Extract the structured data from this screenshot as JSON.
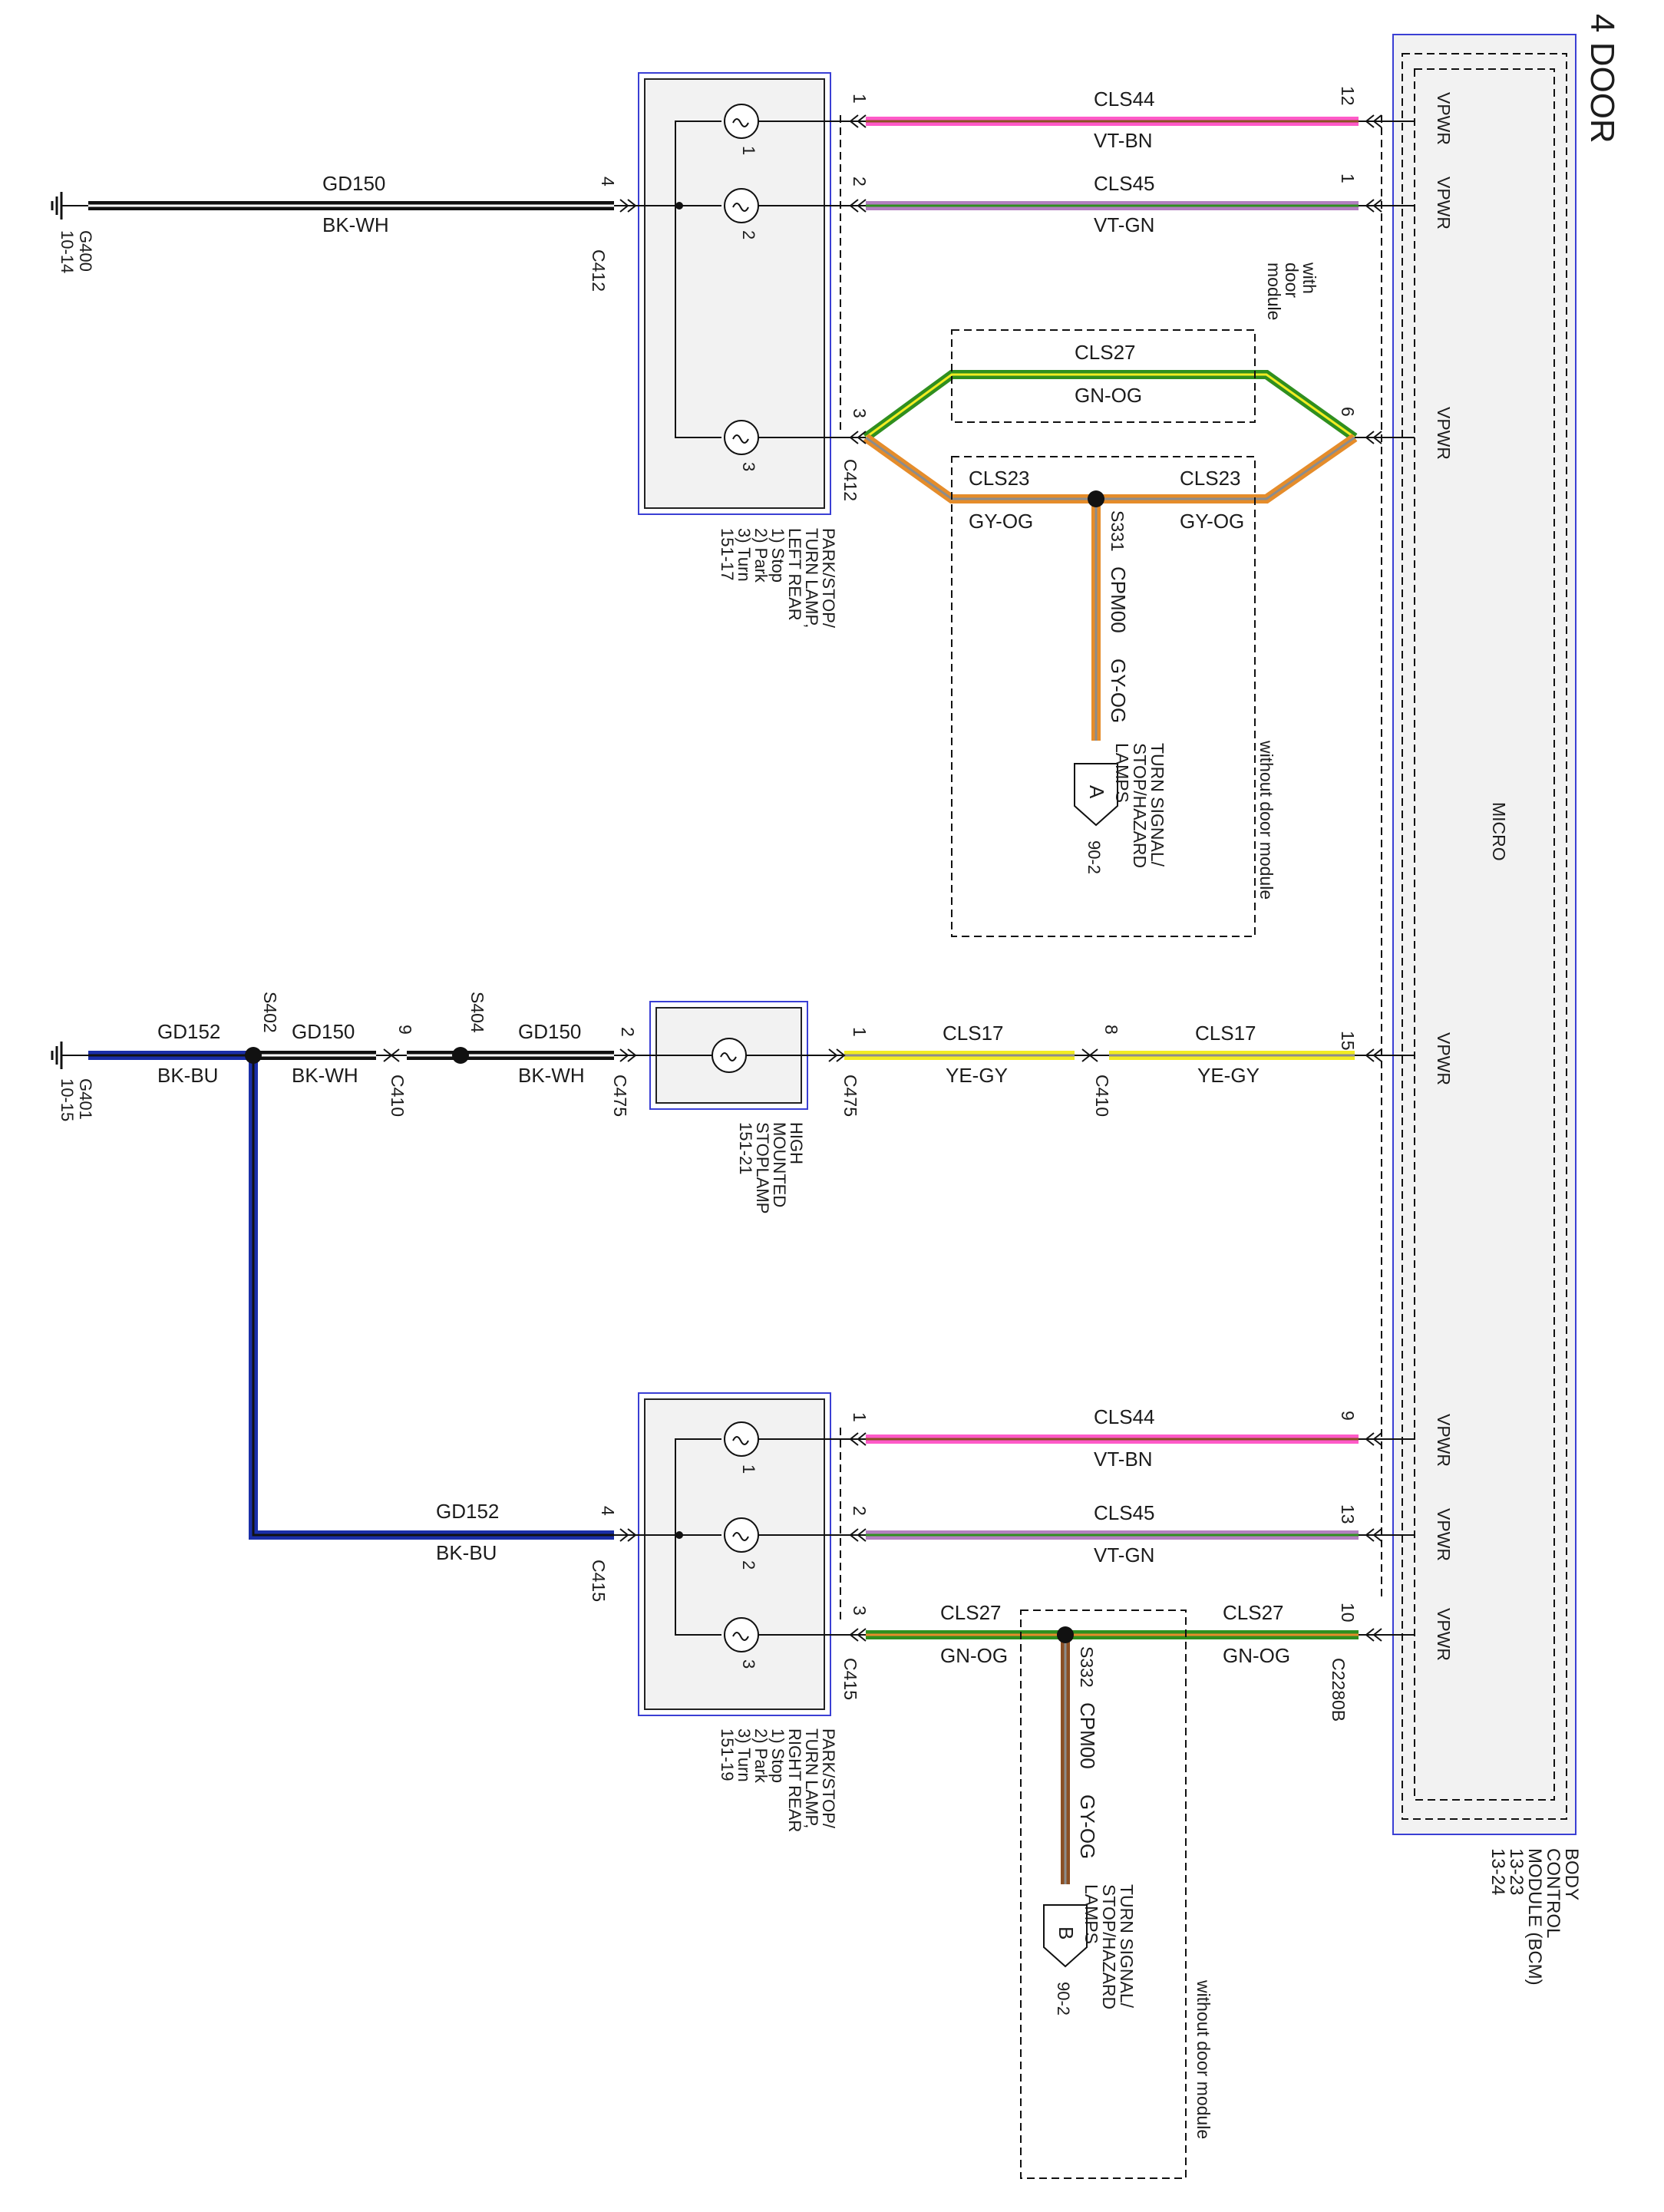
{
  "title": "4 DOOR",
  "bcm": {
    "name_lines": [
      "BODY",
      "CONTROL",
      "MODULE (BCM)",
      "13-23",
      "13-24"
    ],
    "micro": "MICRO",
    "pin_label": "VPWR",
    "connector": "C2280B",
    "pins": [
      "12",
      "1",
      "6",
      "15",
      "9",
      "13",
      "10"
    ]
  },
  "components": {
    "left_rear": {
      "lines": [
        "PARK/STOP/",
        "TURN LAMP,",
        "LEFT REAR",
        "1) Stop",
        "2) Park",
        "3) Turn",
        "151-17"
      ],
      "connector": "C412",
      "bulbs": [
        "1",
        "2",
        "3"
      ],
      "pins": [
        "1",
        "2",
        "3",
        "4"
      ]
    },
    "high_mounted": {
      "lines": [
        "HIGH",
        "MOUNTED",
        "STOPLAMP",
        "151-21"
      ],
      "connector": "C475",
      "pins": [
        "1",
        "2"
      ]
    },
    "right_rear": {
      "lines": [
        "PARK/STOP/",
        "TURN LAMP,",
        "RIGHT REAR",
        "1) Stop",
        "2) Park",
        "3) Turn",
        "151-19"
      ],
      "connector": "C415",
      "bulbs": [
        "1",
        "2",
        "3"
      ],
      "pins": [
        "1",
        "2",
        "3",
        "4"
      ]
    }
  },
  "circuits": {
    "cls44": {
      "circuit": "CLS44",
      "color": "VT-BN"
    },
    "cls45": {
      "circuit": "CLS45",
      "color": "VT-GN"
    },
    "cls27": {
      "circuit": "CLS27",
      "color": "GN-OG"
    },
    "cls23": {
      "circuit": "CLS23",
      "color": "GY-OG"
    },
    "cls17": {
      "circuit": "CLS17",
      "color": "YE-GY"
    },
    "gd150": {
      "circuit": "GD150",
      "color": "BK-WH"
    },
    "gd152": {
      "circuit": "GD152",
      "color": "BK-BU"
    },
    "cpm00_a": {
      "circuit": "CPM00",
      "color": "GY-OG"
    },
    "cpm00_b": {
      "circuit": "CPM00",
      "color": "GY-OG"
    }
  },
  "grounds": {
    "g400": {
      "name": "G400",
      "ref": "10-14"
    },
    "g401": {
      "name": "G401",
      "ref": "10-15"
    }
  },
  "splices": {
    "s331": "S331",
    "s332": "S332",
    "s402": "S402",
    "s404": "S404"
  },
  "inline_connector": {
    "name": "C410",
    "pin_cls17": "8",
    "pin_gd150": "9"
  },
  "options": {
    "with_door_module": [
      "with",
      "door",
      "module"
    ],
    "without_door_module": "without door module"
  },
  "references": {
    "a": {
      "letter": "A",
      "lines": [
        "TURN SIGNAL/",
        "STOP/HAZARD",
        "LAMPS"
      ],
      "page": "90-2"
    },
    "b": {
      "letter": "B",
      "lines": [
        "TURN SIGNAL/",
        "STOP/HAZARD",
        "LAMPS"
      ],
      "page": "90-2"
    }
  },
  "wire_colors": {
    "violet": "#b27fc0",
    "pink": "#ff5ac8",
    "green": "#2f8f1f",
    "orange": "#e58c2a",
    "gray": "#8c8c8c",
    "yellow": "#f2ec22",
    "black": "#111111",
    "blue": "#1a2ea8",
    "white": "#ffffff",
    "brown": "#8a4f24",
    "box_blue": "#3a3fd4",
    "box_fill": "#f2f2f2"
  }
}
